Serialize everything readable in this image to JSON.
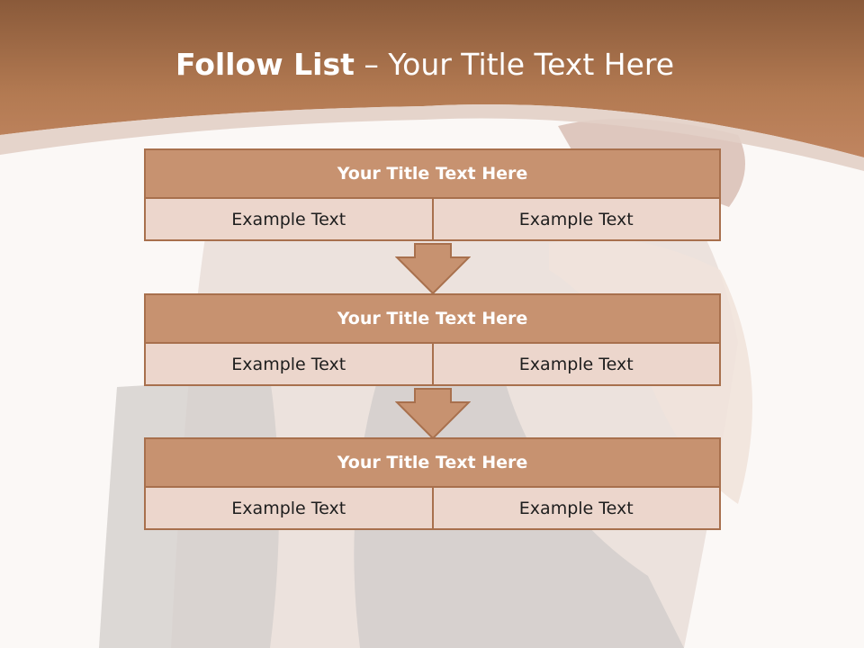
{
  "slide": {
    "title_bold": "Follow List",
    "title_rest": " – Your Title Text Here",
    "colors": {
      "header_band": "#b37a52",
      "box_head": "#c79270",
      "box_border": "#a8704d",
      "box_cell": "#ecd6cc",
      "background": "#fbf8f6"
    }
  },
  "steps": [
    {
      "title": "Your Title Text Here",
      "left": "Example Text",
      "right": "Example Text"
    },
    {
      "title": "Your Title Text Here",
      "left": "Example Text",
      "right": "Example Text"
    },
    {
      "title": "Your Title Text Here",
      "left": "Example Text",
      "right": "Example Text"
    }
  ],
  "arrows": [
    "arrow-down-icon",
    "arrow-down-icon"
  ]
}
